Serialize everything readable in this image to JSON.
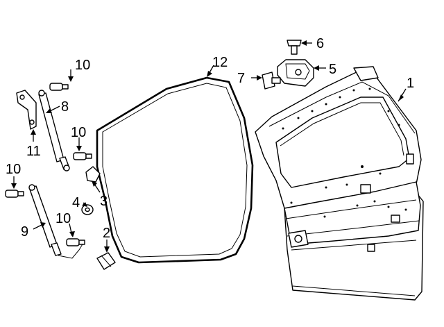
{
  "callouts": {
    "c1": "1",
    "c2": "2",
    "c3": "3",
    "c4": "4",
    "c5": "5",
    "c6": "6",
    "c7": "7",
    "c8": "8",
    "c9": "9",
    "c10a": "10",
    "c10b": "10",
    "c10c": "10",
    "c10d": "10",
    "c11": "11",
    "c12": "12"
  }
}
